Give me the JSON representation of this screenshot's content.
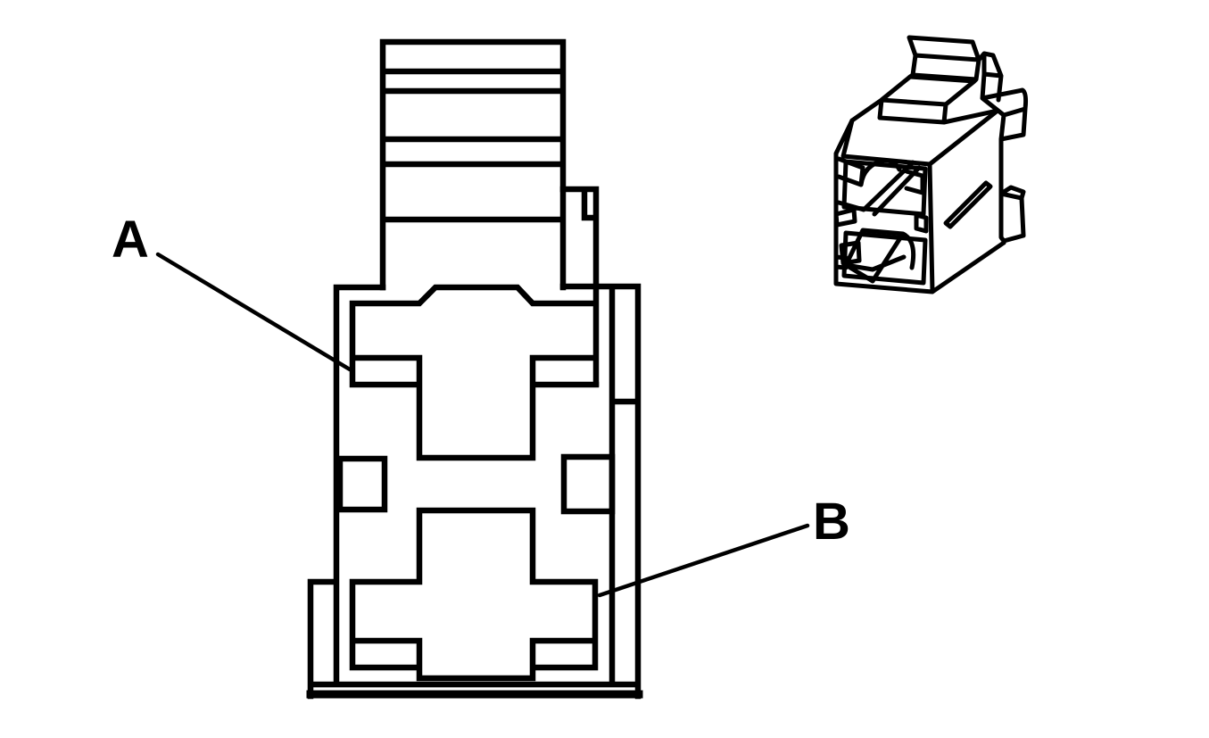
{
  "diagram": {
    "background_color": "#ffffff",
    "line_color": "#000000",
    "views": [
      {
        "id": "front-view",
        "name": "connector-front-view"
      },
      {
        "id": "iso-view",
        "name": "connector-isometric-view"
      }
    ],
    "callouts": [
      {
        "label": "A"
      },
      {
        "label": "B"
      }
    ]
  }
}
